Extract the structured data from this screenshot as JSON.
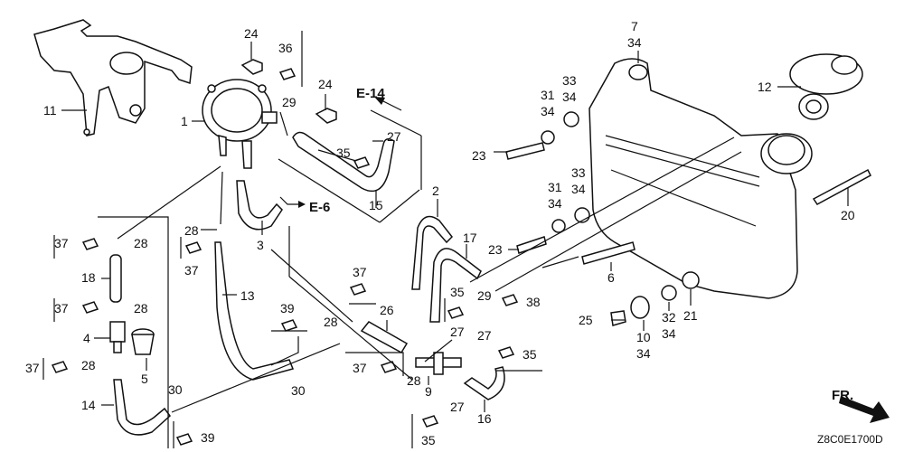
{
  "labels": {
    "p1": "1",
    "p2": "2",
    "p3": "3",
    "p4": "4",
    "p5": "5",
    "p6": "6",
    "p7": "7",
    "p7b": "34",
    "p9": "9",
    "p10": "10",
    "p10b": "34",
    "p11": "11",
    "p12": "12",
    "p13": "13",
    "p14": "14",
    "p15": "15",
    "p16": "16",
    "p17": "17",
    "p18": "18",
    "p20": "20",
    "p21": "21",
    "p23a": "23",
    "p23b": "23",
    "p24a": "24",
    "p24b": "24",
    "p25": "25",
    "p26": "26",
    "p27a": "27",
    "p27b": "27",
    "p27c": "27",
    "p27d": "27",
    "p28a": "28",
    "p28b": "28",
    "p28c": "28",
    "p28d": "28",
    "p28e": "28",
    "p28f": "28",
    "p29a": "29",
    "p29b": "29",
    "p30a": "30",
    "p30b": "30",
    "p31a": "31",
    "p31a2": "34",
    "p31b": "31",
    "p31b2": "34",
    "p32": "32",
    "p32b": "34",
    "p33a": "33",
    "p33a2": "34",
    "p33b": "33",
    "p33b2": "34",
    "p35a": "35",
    "p35b": "35",
    "p35c": "35",
    "p35d": "35",
    "p36": "36",
    "p37a": "37",
    "p37b": "37",
    "p37c": "37",
    "p37d": "37",
    "p37e": "37",
    "p37f": "37",
    "p38": "38",
    "p39a": "39",
    "p39b": "39"
  },
  "references": {
    "e14": "E-14",
    "e6": "E-6"
  },
  "direction": "FR.",
  "diagram_code": "Z8C0E1700D"
}
